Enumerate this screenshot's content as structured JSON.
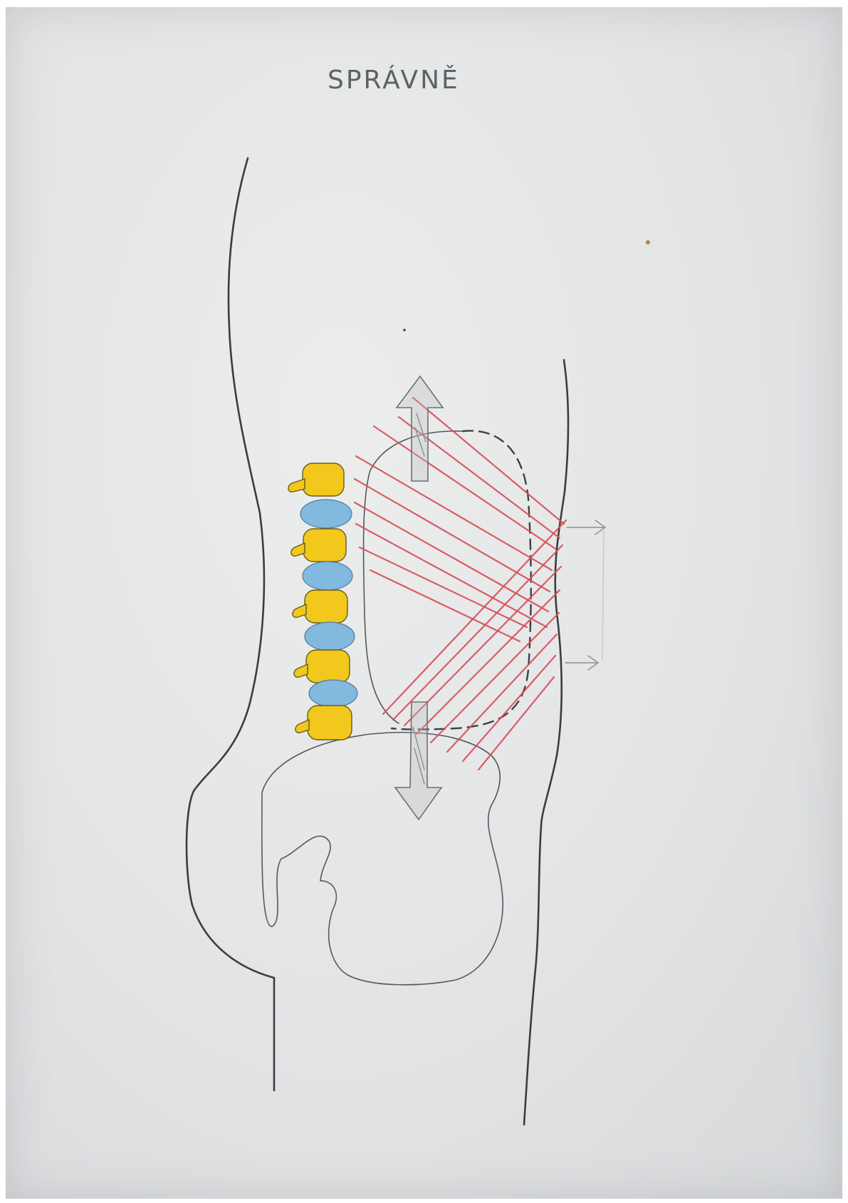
{
  "title": "SPRÁVNĚ",
  "colors": {
    "paper": "#e4e5e6",
    "pencil": "#3b3d40",
    "muscle_lines": "#d8515a",
    "vertebra": "#f1c81b",
    "disc": "#82b9de"
  },
  "vertebrae": [
    {
      "type": "vertebra"
    },
    {
      "type": "disc"
    },
    {
      "type": "vertebra"
    },
    {
      "type": "disc"
    },
    {
      "type": "vertebra"
    },
    {
      "type": "disc"
    },
    {
      "type": "vertebra"
    },
    {
      "type": "disc"
    },
    {
      "type": "vertebra"
    }
  ],
  "arrows": [
    "up",
    "down",
    "right",
    "right"
  ]
}
